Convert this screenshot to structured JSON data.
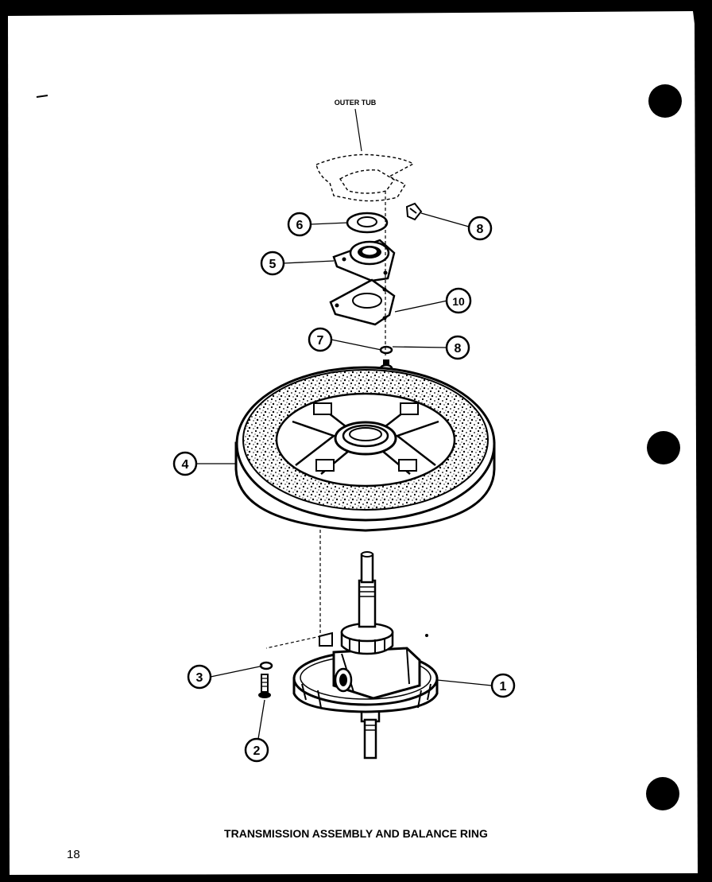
{
  "diagram": {
    "caption": "TRANSMISSION ASSEMBLY AND BALANCE RING",
    "page_number": "18",
    "callouts": {
      "outer_tub": "OUTER TUB",
      "c1": "1",
      "c2": "2",
      "c3": "3",
      "c4": "4",
      "c5": "5",
      "c6": "6",
      "c7": "7",
      "c8_top": "8",
      "c8_bottom": "8",
      "c10": "10"
    }
  }
}
